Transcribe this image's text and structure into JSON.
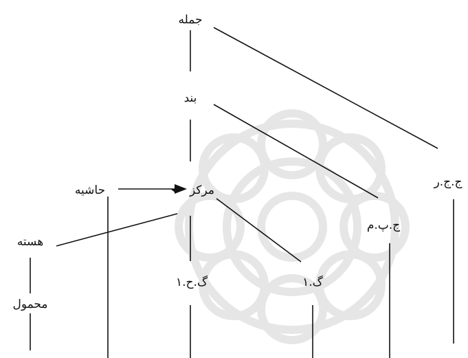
{
  "diagram": {
    "nodes": {
      "sentence": "جمله",
      "clause": "بند",
      "center": "مرکز",
      "margin": "حاشیه",
      "nucleus": "هسته",
      "predicate": "محمول",
      "gh1": "گ.ح.۱",
      "g1": "گ.۱",
      "jpm": "ج.پ.م",
      "jjr": "ج.ج.ر"
    },
    "colors": {
      "line": "#111111",
      "text": "#111111",
      "watermark": "#e6e6e6"
    }
  }
}
